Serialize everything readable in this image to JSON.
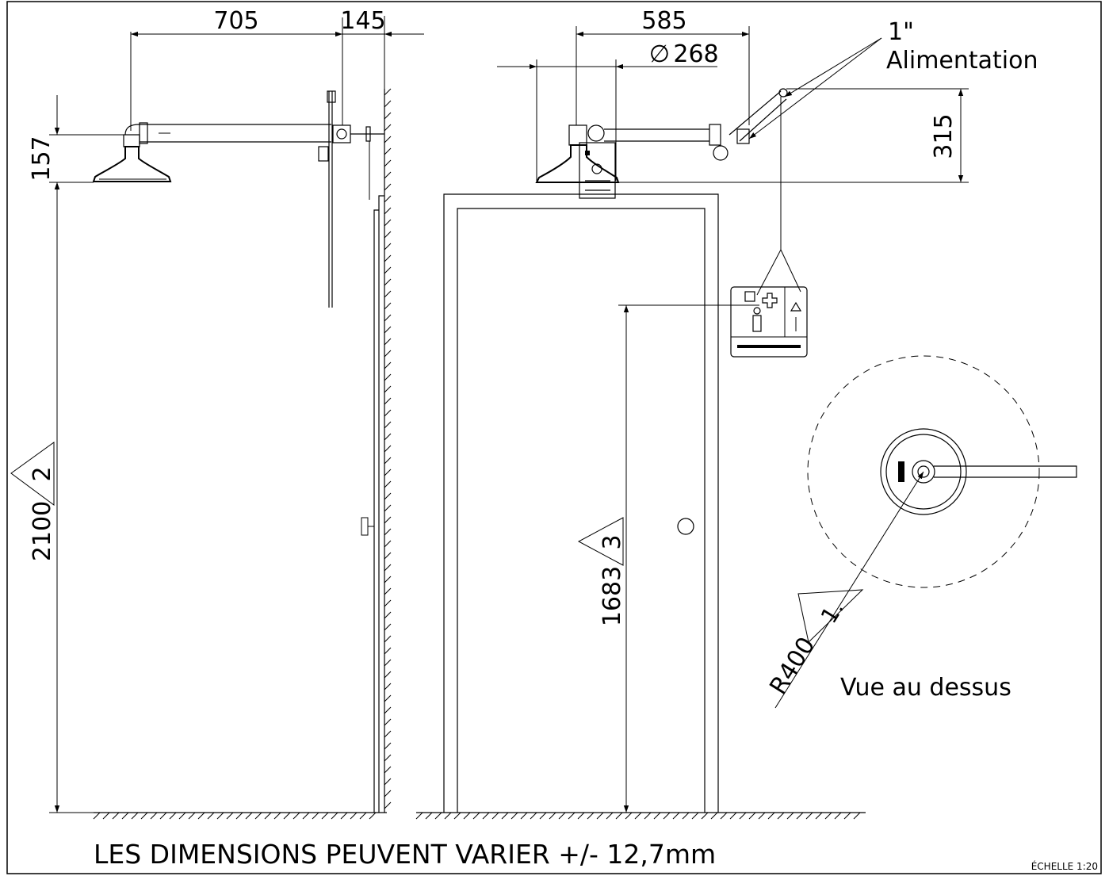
{
  "notes": {
    "tolerance": "LES DIMENSIONS PEUVENT VARIER +/- 12,7mm",
    "scale": "ÉCHELLE 1:20",
    "top_view_label": "Vue au dessus",
    "supply_size": "1\"",
    "supply_label": "Alimentation"
  },
  "dimensions": {
    "arm_reach": "705",
    "wall_offset": "145",
    "head_height": "157",
    "total_height": "2100",
    "total_height_note": "2",
    "side_reach": "585",
    "diameter_symbol": "∅",
    "diameter": "268",
    "supply_drop": "315",
    "handle_height": "1683",
    "handle_height_note": "3",
    "radius": "R400",
    "radius_note": "1."
  }
}
